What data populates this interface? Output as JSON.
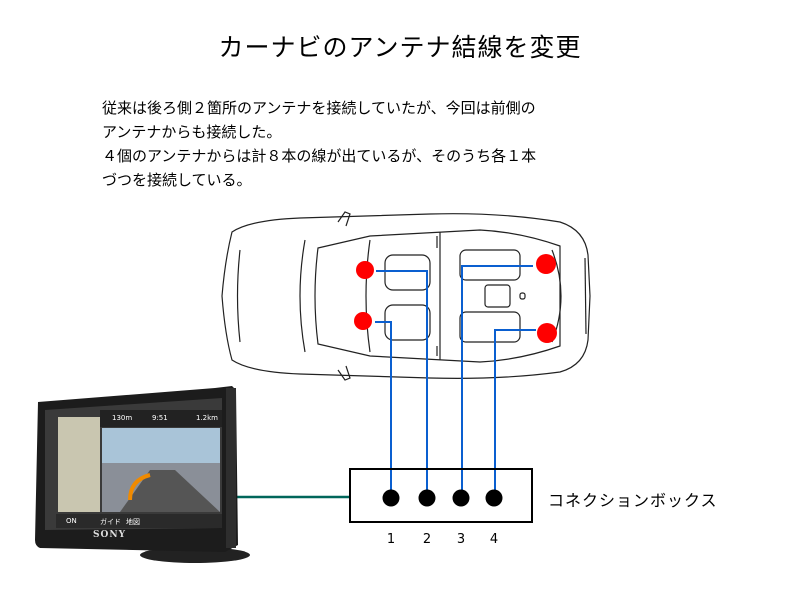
{
  "title": "カーナビのアンテナ結線を変更",
  "description": "従来は後ろ側２箇所のアンテナを接続していたが、今回は前側の\nアンテナからも接続した。\n４個のアンテナからは計８本の線が出ているが、そのうち各１本\nづつを接続している。",
  "connection_box": {
    "label": "コネクションボックス",
    "ports": [
      "1",
      "2",
      "3",
      "4"
    ]
  },
  "navi": {
    "brand": "SONY",
    "distance": "130m",
    "time": "9:51",
    "remaining": "1.2km",
    "buttons": [
      "ON",
      "ガイド",
      "地図"
    ]
  },
  "colors": {
    "antenna": "#ff0000",
    "wire": "#0a5fd0",
    "navi_cable": "#00665a",
    "port": "#000000"
  }
}
